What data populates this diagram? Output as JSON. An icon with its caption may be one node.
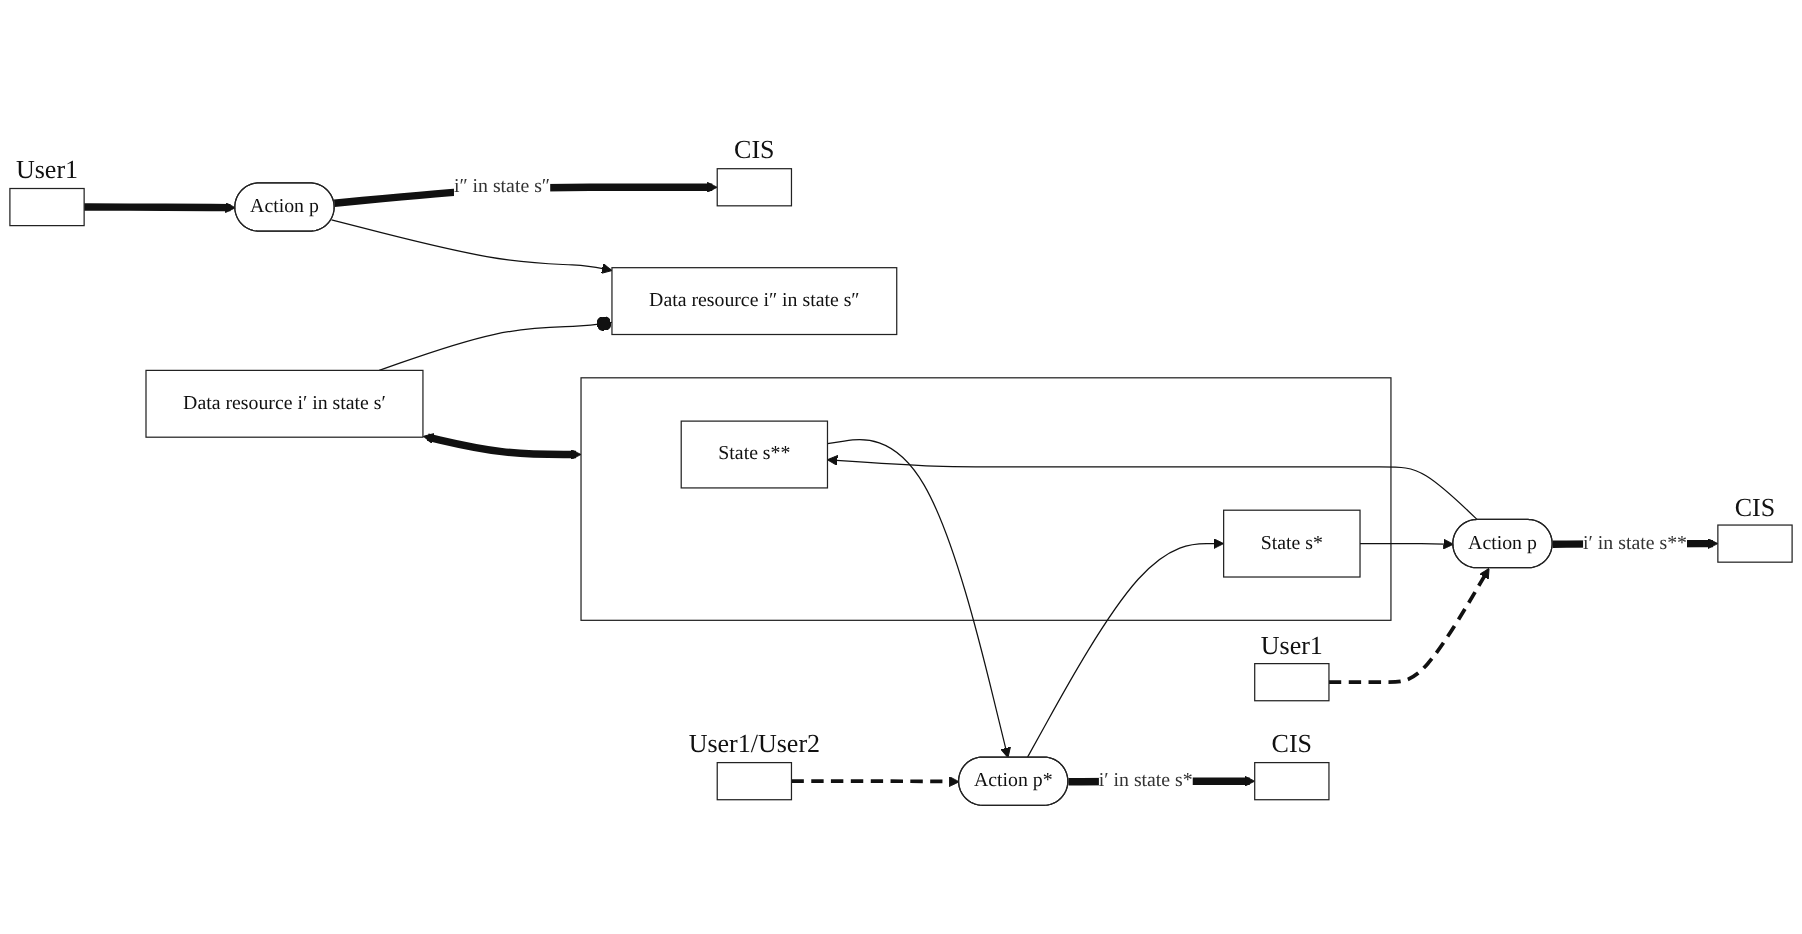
{
  "diagram": {
    "nodes": [
      {
        "text": [],
        "shape": "box",
        "beside": [
          "User1"
        ]
      },
      {
        "text": [
          "Action p"
        ]
      },
      {
        "text": [],
        "shape": "box",
        "beside": [
          "CIS"
        ]
      },
      {
        "text": [
          "Data resource i″ in state s″"
        ]
      },
      {
        "text": [
          "Data resource i′ in state s′"
        ]
      },
      {
        "text": [],
        "shape": "box"
      },
      {
        "text": [
          "State s**"
        ],
        "in": 5
      },
      {
        "text": [
          "State s*"
        ],
        "in": 5
      },
      {
        "text": [],
        "shape": "box",
        "beside": [
          "User1"
        ]
      },
      {
        "text": [
          "Action p"
        ]
      },
      {
        "text": [],
        "shape": "box",
        "beside": [
          "CIS"
        ]
      },
      {
        "text": [],
        "shape": "box",
        "beside": [
          "User1/User2"
        ]
      },
      {
        "text": [
          "Action p*"
        ]
      },
      {
        "text": [],
        "shape": "box",
        "beside": [
          "CIS"
        ]
      }
    ],
    "edges": [
      {
        "from": 0,
        "to": 1,
        "arrow": "to",
        "style": "thick"
      },
      {
        "from": 1,
        "to": 2,
        "arrow": "to",
        "style": "thick",
        "label": "i″ in state s″"
      },
      {
        "from": 1,
        "to": 3,
        "arrow": "to"
      },
      {
        "from": 4,
        "to": 3,
        "arrow": "other"
      },
      {
        "from": 4,
        "to": 5,
        "arrow": "both",
        "style": "thick"
      },
      {
        "from": 9,
        "to": 6,
        "arrow": "to"
      },
      {
        "from": 7,
        "to": 9,
        "arrow": "to"
      },
      {
        "from": 6,
        "to": 12,
        "arrow": "to"
      },
      {
        "from": 12,
        "to": 7,
        "arrow": "to"
      },
      {
        "from": 8,
        "to": 9,
        "arrow": "to",
        "style": "dashed"
      },
      {
        "from": 9,
        "to": 10,
        "arrow": "to",
        "style": "thick",
        "label": "i′ in state s**"
      },
      {
        "from": 11,
        "to": 12,
        "arrow": "to",
        "style": "dashed"
      },
      {
        "from": 12,
        "to": 13,
        "arrow": "to",
        "style": "thick",
        "label": "i′ in state s*"
      }
    ]
  }
}
